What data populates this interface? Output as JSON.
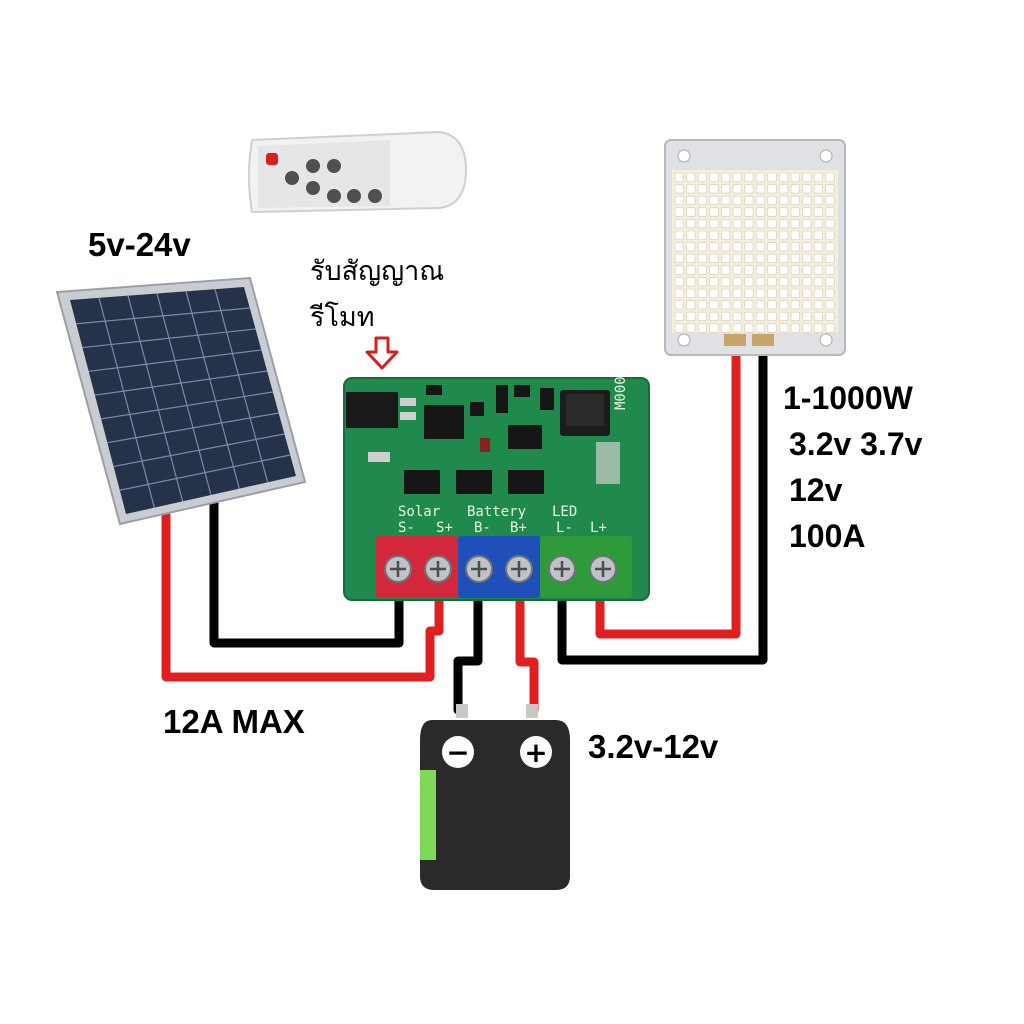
{
  "labels": {
    "solar_voltage": "5v-24v",
    "remote_receiver_line1": "รับสัญญาณ",
    "remote_receiver_line2": "รีโมท",
    "solar_current": "12A MAX",
    "battery_voltage": "3.2v-12v",
    "led_specs": [
      "1-1000W",
      "3.2v 3.7v",
      "12v",
      "100A"
    ]
  },
  "controller_board": {
    "sections": [
      "Solar",
      "Battery",
      "LED"
    ],
    "terminals": [
      "S-",
      "S+",
      "B-",
      "B+",
      "L-",
      "L+"
    ],
    "silk_code": "M000"
  },
  "battery": {
    "negative_symbol": "−",
    "positive_symbol": "+"
  },
  "colors": {
    "wire_positive": "#e02020",
    "wire_negative": "#000000",
    "pcb_green": "#1f8a4c",
    "solar_terminal": "#d4283c",
    "battery_terminal": "#1f4fb8",
    "led_terminal": "#2e9a3a",
    "battery_band": "#7ed957"
  }
}
